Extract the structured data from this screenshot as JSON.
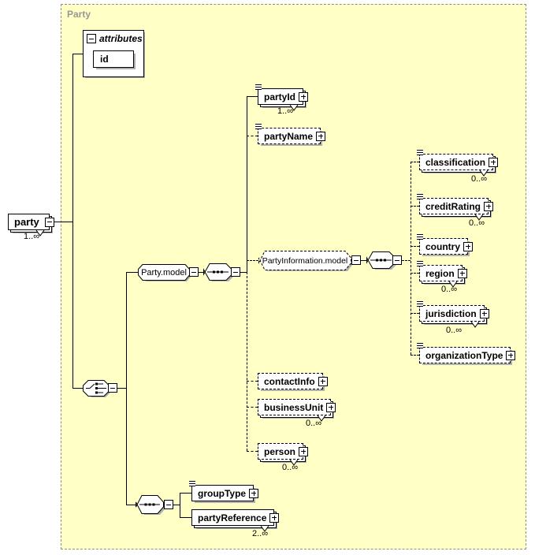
{
  "title": "Party",
  "colors": {
    "container_fill": "#ffffc6",
    "container_border": "#8f8f8f",
    "box_border": "#000000",
    "shadow": "#b0b0b0",
    "title_gray": "#979797"
  },
  "attributes_box": {
    "label": "attributes",
    "id_attribute": "id"
  },
  "nodes": {
    "party": {
      "label": "party",
      "occurs": "1..∞"
    },
    "choice": {
      "name": "choice"
    },
    "partyModel": {
      "label": "Party.model"
    },
    "seq1": {
      "name": "sequence"
    },
    "partyId": {
      "label": "partyId",
      "occurs": "1..∞"
    },
    "partyName": {
      "label": "partyName"
    },
    "partyInfoModel": {
      "label": "PartyInformation.model"
    },
    "seq2": {
      "name": "sequence"
    },
    "classification": {
      "label": "classification",
      "occurs": "0..∞"
    },
    "creditRating": {
      "label": "creditRating",
      "occurs": "0..∞"
    },
    "country": {
      "label": "country"
    },
    "region": {
      "label": "region",
      "occurs": "0..∞"
    },
    "jurisdiction": {
      "label": "jurisdiction",
      "occurs": "0..∞"
    },
    "organizationType": {
      "label": "organizationType"
    },
    "contactInfo": {
      "label": "contactInfo"
    },
    "businessUnit": {
      "label": "businessUnit",
      "occurs": "0..∞"
    },
    "person": {
      "label": "person",
      "occurs": "0..∞"
    },
    "seq3": {
      "name": "sequence"
    },
    "groupType": {
      "label": "groupType"
    },
    "partyReference": {
      "label": "partyReference",
      "occurs": "2..∞"
    }
  }
}
